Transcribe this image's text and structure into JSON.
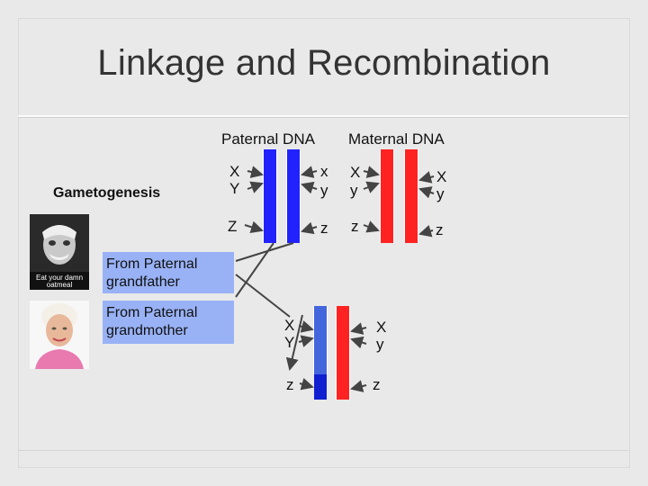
{
  "slide": {
    "title": "Linkage and Recombination",
    "paternal_header": "Paternal DNA",
    "maternal_header": "Maternal DNA",
    "gametogenesis_label": "Gametogenesis",
    "grandfather_label": "From Paternal grandfather",
    "grandmother_label": "From Paternal grandmother",
    "photo1_caption": "Eat your damn oatmeal",
    "colors": {
      "paternal": "#2222ff",
      "maternal": "#ff2222",
      "label_box": "#99b2f6"
    },
    "paternal_chrom1": {
      "left": [
        "X",
        "Y",
        "Z"
      ],
      "right": [
        "x",
        "y",
        "z"
      ]
    },
    "maternal_chrom": {
      "left": [
        "X",
        "y",
        "z"
      ],
      "right": [
        "X",
        "y",
        "z"
      ]
    },
    "recombinant": {
      "left": [
        "X",
        "Y",
        "z"
      ],
      "right": [
        "X",
        "y",
        "z"
      ]
    }
  }
}
